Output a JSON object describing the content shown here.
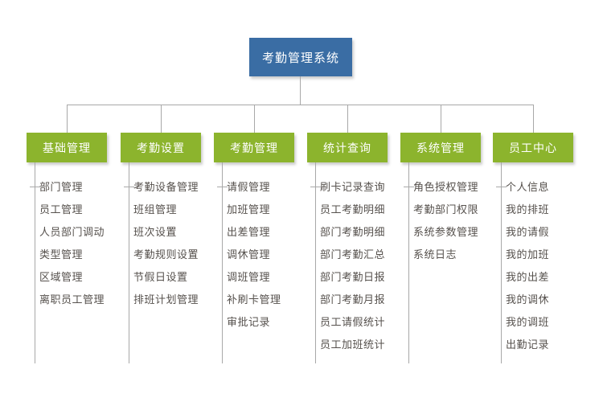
{
  "root": {
    "label": "考勤管理系统"
  },
  "columns": [
    {
      "title": "基础管理",
      "items": [
        "部门管理",
        "员工管理",
        "人员部门调动",
        "类型管理",
        "区域管理",
        "离职员工管理"
      ]
    },
    {
      "title": "考勤设置",
      "items": [
        "考勤设备管理",
        "班组管理",
        "班次设置",
        "考勤规则设置",
        "节假日设置",
        "排班计划管理"
      ]
    },
    {
      "title": "考勤管理",
      "items": [
        "请假管理",
        "加班管理",
        "出差管理",
        "调休管理",
        "调班管理",
        "补刷卡管理",
        "审批记录"
      ]
    },
    {
      "title": "统计查询",
      "items": [
        "刷卡记录查询",
        "员工考勤明细",
        "部门考勤明细",
        "部门考勤汇总",
        "部门考勤日报",
        "部门考勤月报",
        "员工请假统计",
        "员工加班统计"
      ]
    },
    {
      "title": "系统管理",
      "items": [
        "角色授权管理",
        "考勤部门权限",
        "系统参数管理",
        "系统日志"
      ]
    },
    {
      "title": "员工中心",
      "items": [
        "个人信息",
        "我的排班",
        "我的请假",
        "我的加班",
        "我的出差",
        "我的调休",
        "我的调班",
        "出勤记录"
      ]
    }
  ],
  "colors": {
    "root_bg": "#3A6DA4",
    "branch_bg": "#8CB42D",
    "line": "#A8A8A8",
    "item_text": "#56514D",
    "node_text": "#FFFFFF"
  }
}
